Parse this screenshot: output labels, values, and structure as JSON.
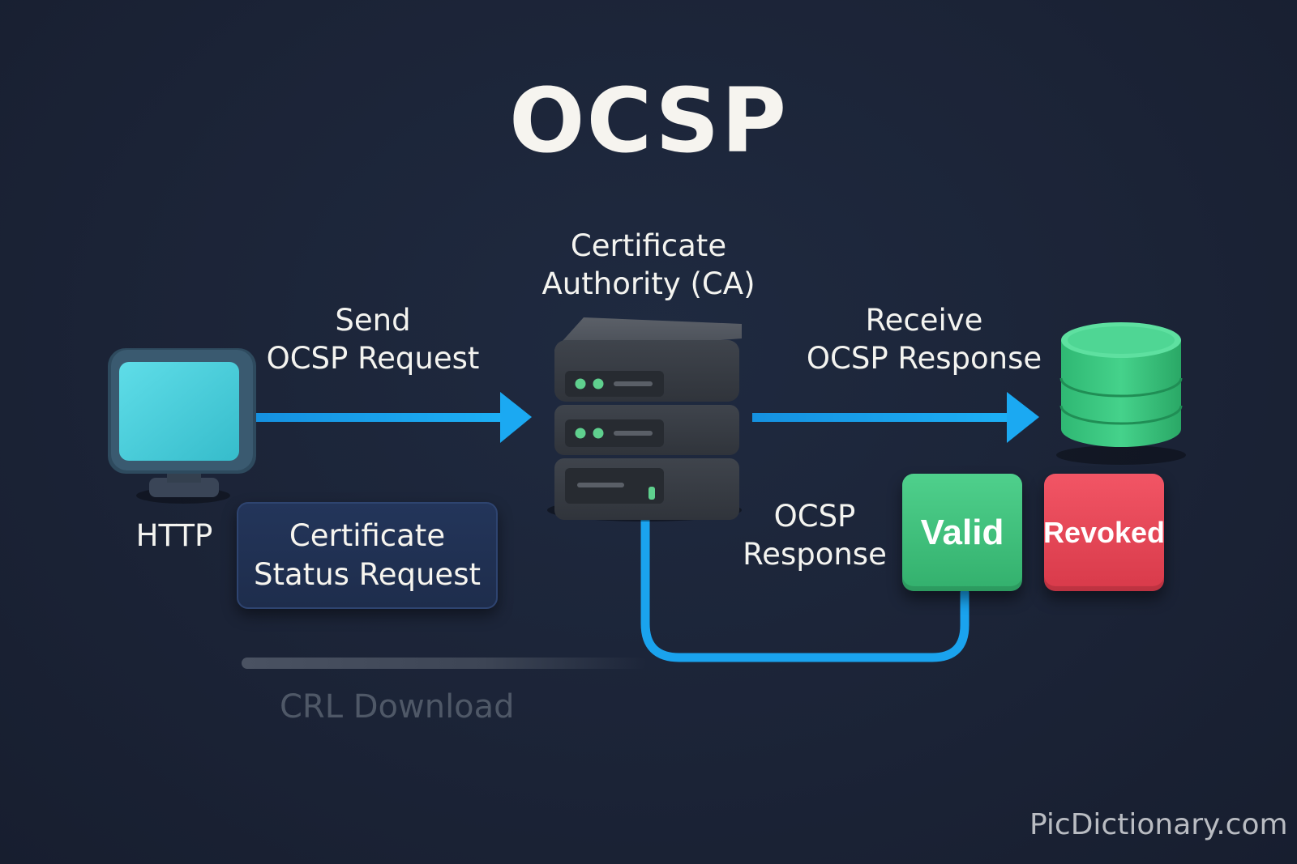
{
  "title": "OCSP",
  "nodes": {
    "ca": {
      "line1": "Certificate",
      "line2": "Authority (CA)"
    },
    "client": {
      "label": "HTTP"
    },
    "status_request": {
      "line1": "Certificate",
      "line2": "Status Request"
    }
  },
  "edges": {
    "send": {
      "line1": "Send",
      "line2": "OCSP Request"
    },
    "receive": {
      "line1": "Receive",
      "line2": "OCSP Response"
    }
  },
  "response": {
    "label_line1": "OCSP",
    "label_line2": "Response",
    "valid": "Valid",
    "revoked": "Revoked"
  },
  "crl": {
    "label": "CRL Download"
  },
  "watermark": "PicDictionary.com",
  "colors": {
    "background": "#1b2336",
    "arrow": "#1aa3ee",
    "valid": "#3cbd78",
    "revoked": "#e8464f",
    "monitor_screen": "#4fd3e0",
    "database": "#3ccf8a"
  }
}
